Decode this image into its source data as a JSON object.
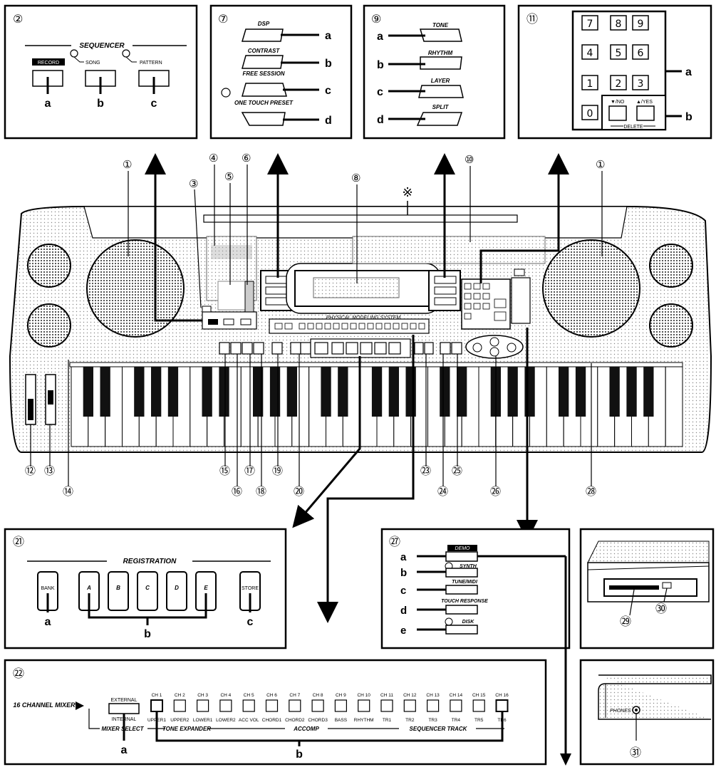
{
  "symbol_mark": "※",
  "panels": {
    "p2": {
      "callout": "②",
      "section_title": "SEQUENCER",
      "buttons": [
        {
          "label": "RECORD",
          "letter": "a"
        },
        {
          "label": "SONG",
          "letter": "b"
        },
        {
          "label": "PATTERN",
          "letter": "c"
        }
      ]
    },
    "p7": {
      "callout": "⑦",
      "buttons": [
        {
          "label": "DSP",
          "letter": "a"
        },
        {
          "label": "CONTRAST",
          "letter": "b"
        },
        {
          "label": "FREE SESSION",
          "letter": "c"
        },
        {
          "label": "ONE TOUCH PRESET",
          "letter": "d"
        }
      ]
    },
    "p9": {
      "callout": "⑨",
      "buttons": [
        {
          "label": "TONE",
          "letter": "a"
        },
        {
          "label": "RHYTHM",
          "letter": "b"
        },
        {
          "label": "LAYER",
          "letter": "c"
        },
        {
          "label": "SPLIT",
          "letter": "d"
        }
      ]
    },
    "p11": {
      "callout": "⑪",
      "keys": [
        "7",
        "8",
        "9",
        "4",
        "5",
        "6",
        "1",
        "2",
        "3",
        "0"
      ],
      "no_label": "▼/NO",
      "yes_label": "▲/YES",
      "delete_label": "DELETE",
      "letters": [
        "a",
        "b"
      ]
    },
    "p21": {
      "callout": "㉑",
      "section_title": "REGISTRATION",
      "bank_label": "BANK",
      "store_label": "STORE",
      "memory_buttons": [
        "A",
        "B",
        "C",
        "D",
        "E"
      ],
      "letters": [
        "a",
        "b",
        "c"
      ]
    },
    "p22": {
      "callout": "㉒",
      "title": "16 CHANNEL MIXER",
      "external_label": "EXTERNAL",
      "internal_label": "INTERNAL",
      "mixer_select_label": "MIXER SELECT",
      "channels": [
        "CH 1",
        "CH 2",
        "CH 3",
        "CH 4",
        "CH 5",
        "CH 6",
        "CH 7",
        "CH 8",
        "CH 9",
        "CH 10",
        "CH 11",
        "CH 12",
        "CH 13",
        "CH 14",
        "CH 15",
        "CH 16"
      ],
      "parts": [
        "UPPER1",
        "UPPER2",
        "LOWER1",
        "LOWER2",
        "ACC VOL",
        "CHORD1",
        "CHORD2",
        "CHORD3",
        "BASS",
        "RHYTHM",
        "TR1",
        "TR2",
        "TR3",
        "TR4",
        "TR5",
        "TR6"
      ],
      "group_labels": [
        "TONE EXPANDER",
        "ACCOMP",
        "SEQUENCER TRACK"
      ],
      "letters": [
        "a",
        "b"
      ]
    },
    "p27": {
      "callout": "㉗",
      "buttons": [
        {
          "label": "DEMO",
          "letter": "a"
        },
        {
          "label": "SYNTH",
          "letter": "b"
        },
        {
          "label": "TUNE/MIDI",
          "letter": "c"
        },
        {
          "label": "TOUCH RESPONSE",
          "letter": "d"
        },
        {
          "label": "DISK",
          "letter": "e"
        }
      ]
    },
    "p29": {
      "callouts": [
        "㉙",
        "㉚"
      ]
    },
    "p31": {
      "callout": "㉛",
      "jack_label": "PHONES"
    }
  },
  "keyboard": {
    "display_caption": "PHYSICAL MODELING SYSTEM",
    "callouts": [
      "①",
      "①",
      "③",
      "④",
      "⑤",
      "⑥",
      "⑧",
      "⑩",
      "⑫",
      "⑬",
      "⑭",
      "⑮",
      "⑯",
      "⑰",
      "⑱",
      "⑲",
      "⑳",
      "㉓",
      "㉔",
      "㉕",
      "㉖",
      "㉘"
    ]
  }
}
